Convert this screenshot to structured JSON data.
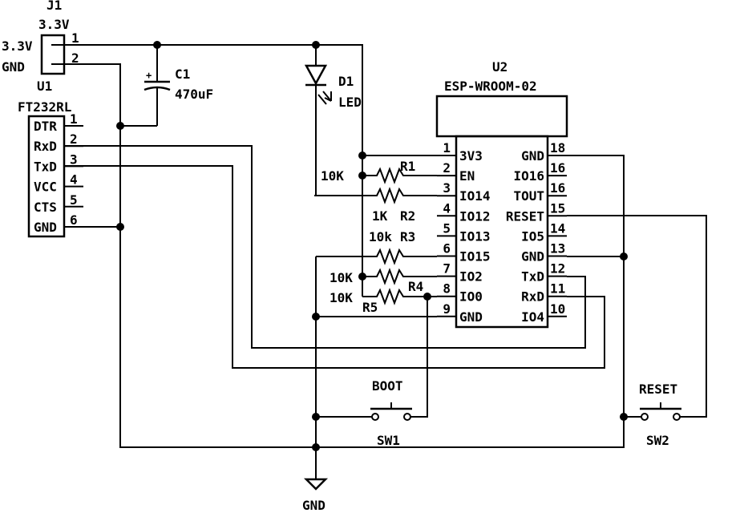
{
  "j1": {
    "ref": "J1",
    "value": "3.3V",
    "pin1": "1",
    "pin2": "2",
    "label_vcc": "3.3V",
    "label_gnd": "GND"
  },
  "u1": {
    "ref": "U1",
    "value": "FT232RL",
    "pins": [
      {
        "name": "DTR",
        "num": "1"
      },
      {
        "name": "RxD",
        "num": "2"
      },
      {
        "name": "TxD",
        "num": "3"
      },
      {
        "name": "VCC",
        "num": "4"
      },
      {
        "name": "CTS",
        "num": "5"
      },
      {
        "name": "GND",
        "num": "6"
      }
    ]
  },
  "c1": {
    "ref": "C1",
    "value": "470uF",
    "polarity": "+"
  },
  "d1": {
    "ref": "D1",
    "value": "LED"
  },
  "u2": {
    "ref": "U2",
    "value": "ESP-WROOM-02",
    "left_pins": [
      {
        "num": "1",
        "name": "3V3"
      },
      {
        "num": "2",
        "name": "EN"
      },
      {
        "num": "3",
        "name": "IO14"
      },
      {
        "num": "4",
        "name": "IO12"
      },
      {
        "num": "5",
        "name": "IO13"
      },
      {
        "num": "6",
        "name": "IO15"
      },
      {
        "num": "7",
        "name": "IO2"
      },
      {
        "num": "8",
        "name": "IO0"
      },
      {
        "num": "9",
        "name": "GND"
      }
    ],
    "right_pins": [
      {
        "num": "18",
        "name": "GND"
      },
      {
        "num": "16",
        "name": "IO16"
      },
      {
        "num": "16",
        "name": "TOUT"
      },
      {
        "num": "15",
        "name": "RESET"
      },
      {
        "num": "14",
        "name": "IO5"
      },
      {
        "num": "13",
        "name": "GND"
      },
      {
        "num": "12",
        "name": "TxD"
      },
      {
        "num": "11",
        "name": "RxD"
      },
      {
        "num": "10",
        "name": "IO4"
      }
    ]
  },
  "resistors": [
    {
      "ref": "R1",
      "value": "10K"
    },
    {
      "ref": "R2",
      "value": "1K"
    },
    {
      "ref": "R3",
      "value": "10k"
    },
    {
      "ref": "R4",
      "value": "10K"
    },
    {
      "ref": "R5",
      "value": "10K"
    }
  ],
  "sw1": {
    "ref": "SW1",
    "label": "BOOT"
  },
  "sw2": {
    "ref": "SW2",
    "label": "RESET"
  },
  "gnd_symbol": {
    "label": "GND"
  }
}
